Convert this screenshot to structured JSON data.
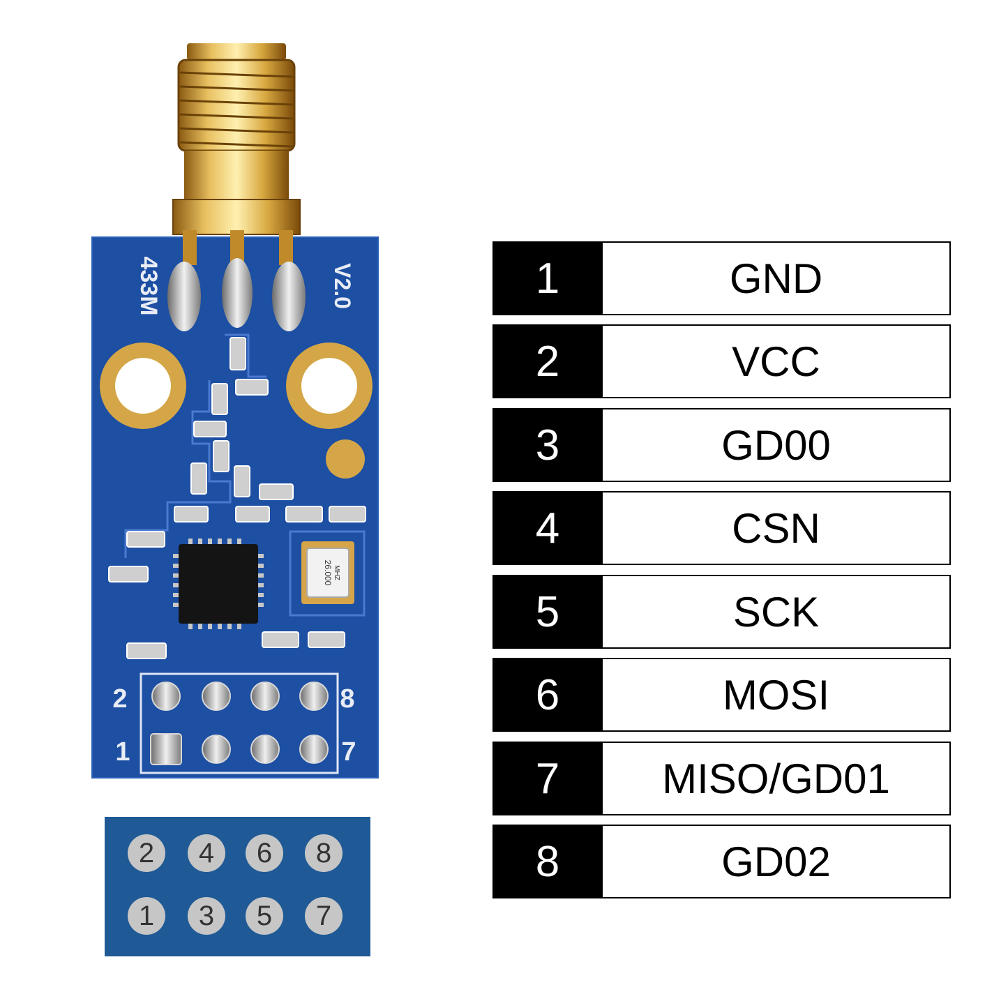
{
  "board": {
    "silkscreen_freq": "433M",
    "silkscreen_version": "V2.0",
    "crystal_label_1": "26.000",
    "crystal_label_2": "MHZ",
    "header_label_2": "2",
    "header_label_1": "1",
    "header_label_8": "8",
    "header_label_7": "7"
  },
  "pins": [
    {
      "number": "1",
      "name": "GND"
    },
    {
      "number": "2",
      "name": "VCC"
    },
    {
      "number": "3",
      "name": "GD00"
    },
    {
      "number": "4",
      "name": "CSN"
    },
    {
      "number": "5",
      "name": "SCK"
    },
    {
      "number": "6",
      "name": "MOSI"
    },
    {
      "number": "7",
      "name": "MISO/GD01"
    },
    {
      "number": "8",
      "name": "GD02"
    }
  ],
  "legend": {
    "top_row": [
      "2",
      "4",
      "6",
      "8"
    ],
    "bottom_row": [
      "1",
      "3",
      "5",
      "7"
    ]
  },
  "colors": {
    "pcb_blue": "#1d4fa3",
    "gold": "#d9a43a",
    "legend_blue": "#1f5a96"
  }
}
